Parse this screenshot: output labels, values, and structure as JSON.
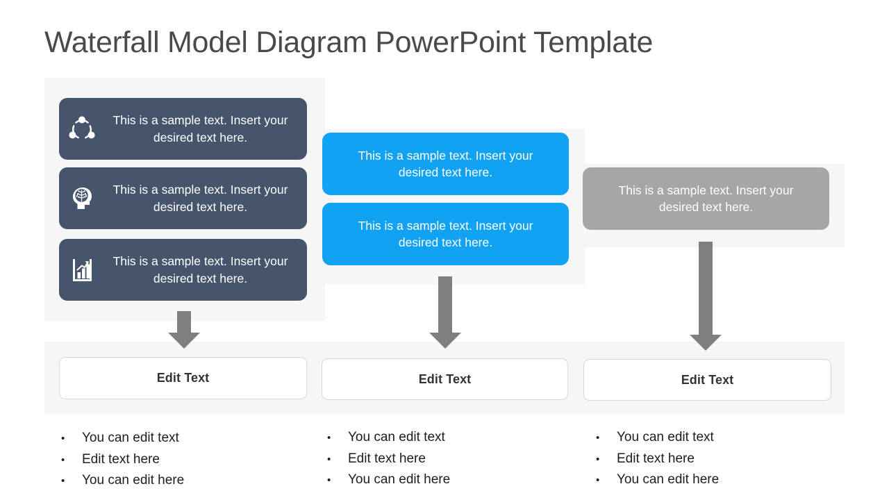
{
  "slide": {
    "title": "Waterfall Model Diagram PowerPoint Template",
    "background_color": "#ffffff",
    "panel_color": "#f6f6f6"
  },
  "colors": {
    "dark_card": "#46556c",
    "blue_card": "#11a2f3",
    "gray_card": "#a6a6a6",
    "arrow": "#7f7f7f",
    "title_text": "#4a4a4a",
    "box_border": "#d8d8d8"
  },
  "columns": [
    {
      "name": "stage-one",
      "cards": [
        {
          "icon": "share-network-icon",
          "text": "This is a sample text. Insert your desired text here.",
          "style": "dark"
        },
        {
          "icon": "brain-head-icon",
          "text": "This is a sample text. Insert your desired text here.",
          "style": "dark"
        },
        {
          "icon": "bar-chart-growth-icon",
          "text": "This is a sample text. Insert your desired text here.",
          "style": "dark"
        }
      ],
      "arrow": "down-arrow-icon",
      "edit_box_label": "Edit Text",
      "bullets": [
        "You can edit text",
        "Edit text here",
        "You can edit here"
      ]
    },
    {
      "name": "stage-two",
      "cards": [
        {
          "icon": null,
          "text": "This is a sample text. Insert your desired text here.",
          "style": "blue"
        },
        {
          "icon": null,
          "text": "This is a sample text. Insert your desired text here.",
          "style": "blue"
        }
      ],
      "arrow": "down-arrow-icon",
      "edit_box_label": "Edit Text",
      "bullets": [
        "You can edit text",
        "Edit text here",
        "You can edit here"
      ]
    },
    {
      "name": "stage-three",
      "cards": [
        {
          "icon": null,
          "text": "This is a sample text. Insert your desired text here.",
          "style": "gray"
        }
      ],
      "arrow": "down-arrow-icon",
      "edit_box_label": "Edit Text",
      "bullets": [
        "You can edit text",
        "Edit text here",
        "You can edit here"
      ]
    }
  ],
  "bullet_marker": "•"
}
